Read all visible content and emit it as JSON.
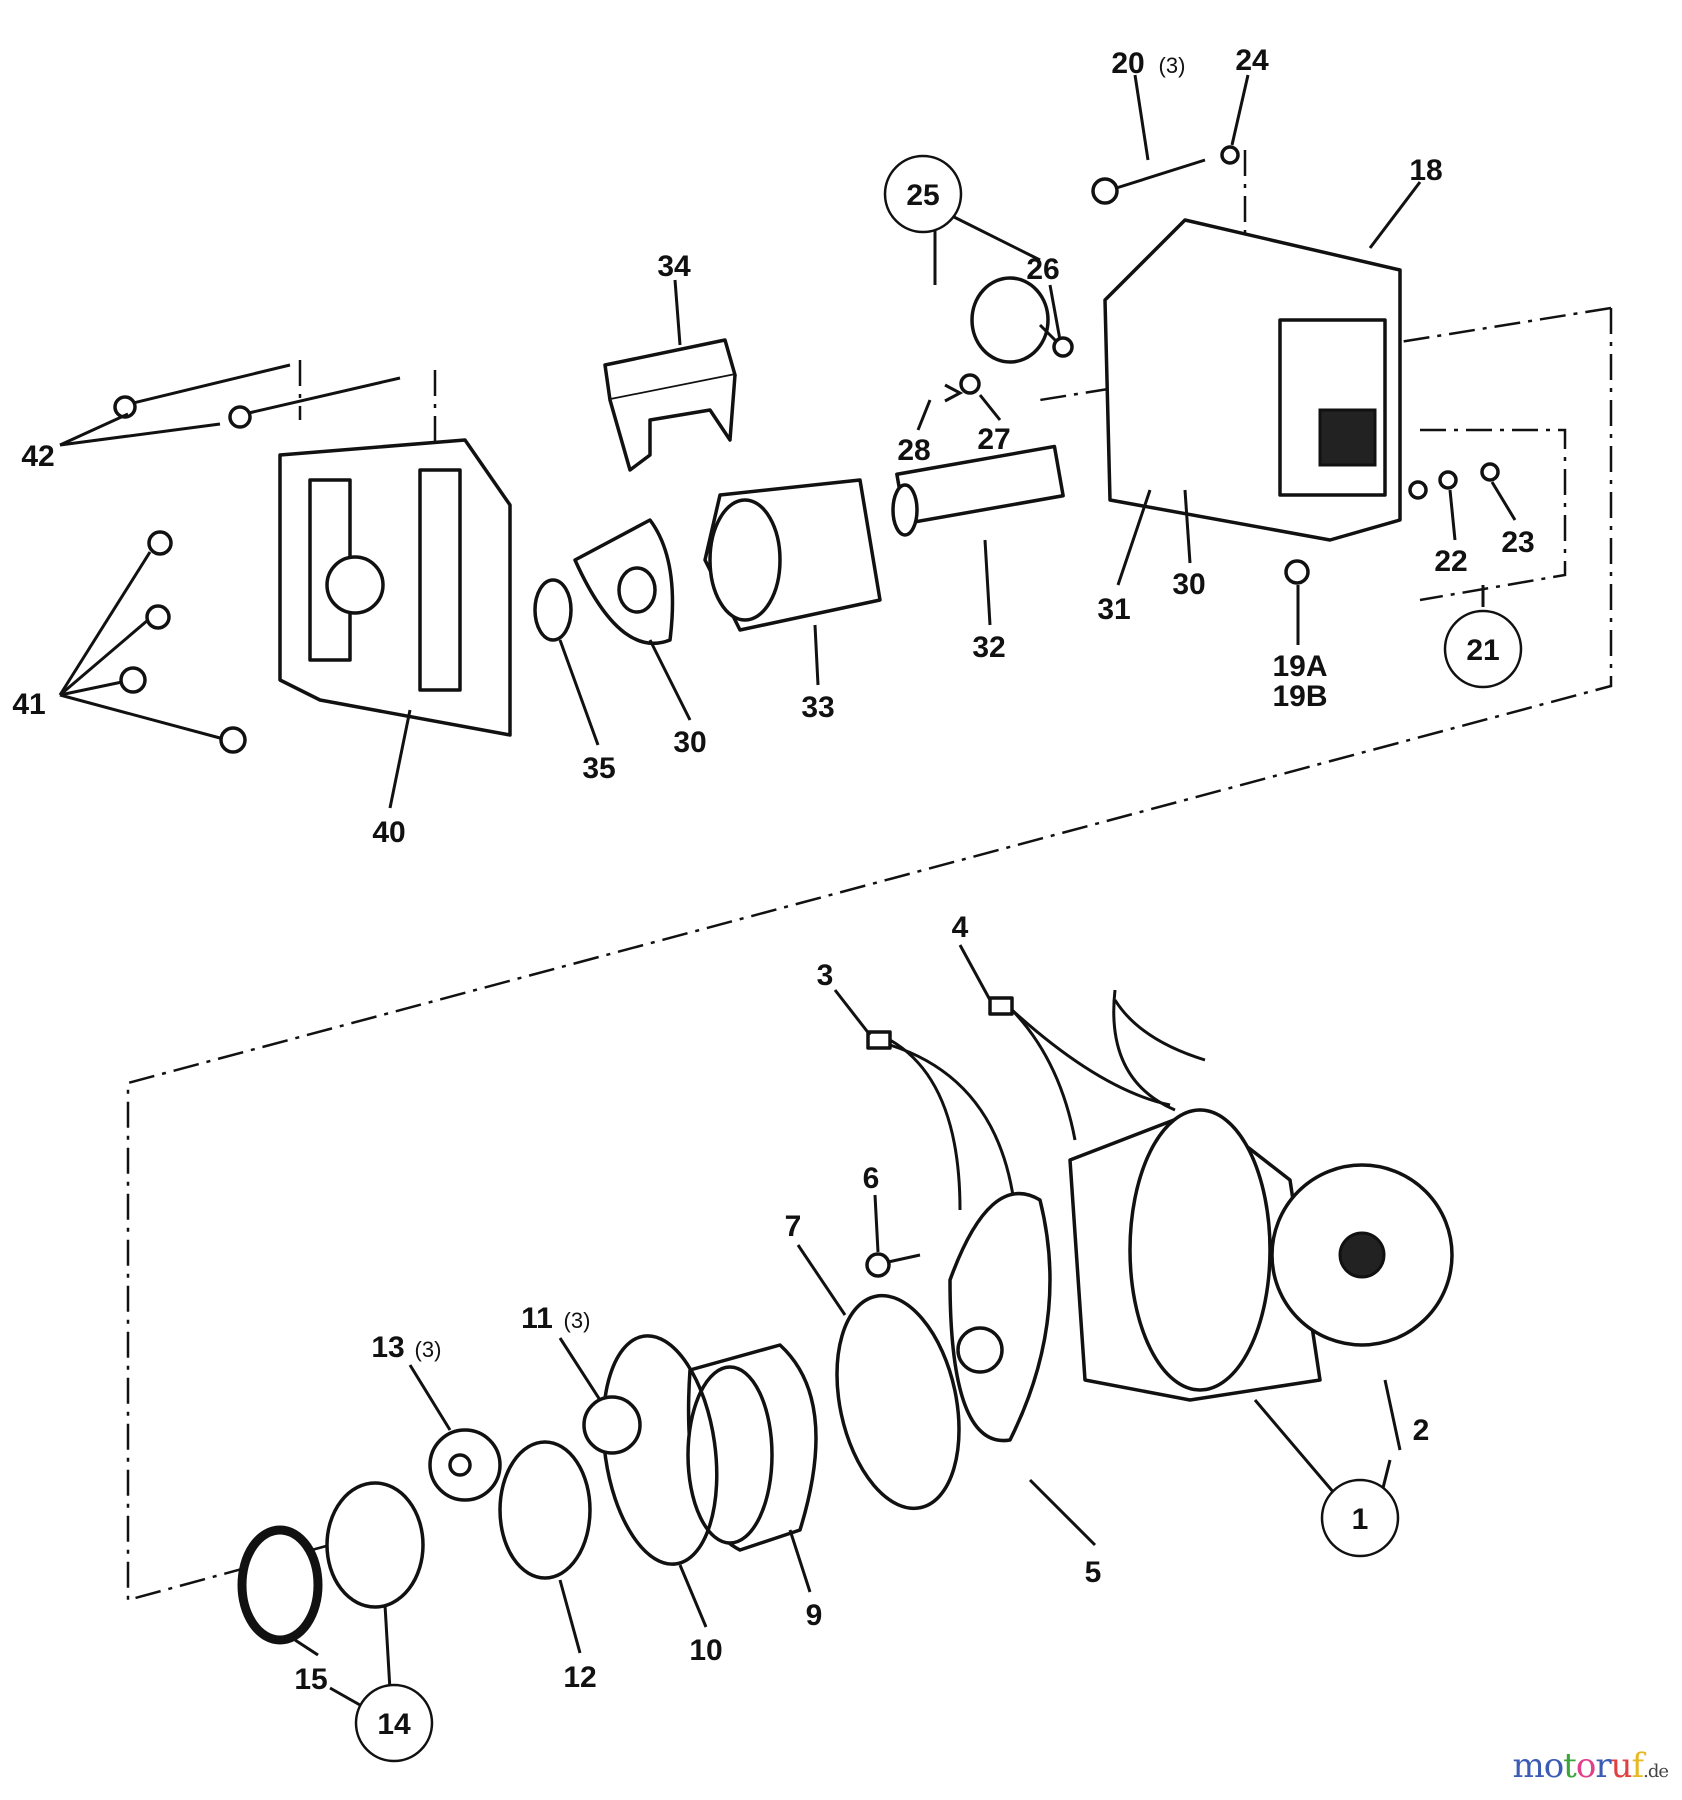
{
  "diagram": {
    "title": "Exploded parts diagram",
    "callouts": {
      "c1": "1",
      "c2": "2",
      "c3": "3",
      "c4": "4",
      "c5": "5",
      "c6": "6",
      "c7": "7",
      "c9": "9",
      "c10": "10",
      "c11": "11",
      "c11q": "(3)",
      "c12": "12",
      "c13": "13",
      "c13q": "(3)",
      "c14": "14",
      "c15": "15",
      "c18": "18",
      "c19a": "19A",
      "c19b": "19B",
      "c20": "20",
      "c20q": "(3)",
      "c21": "21",
      "c22": "22",
      "c23": "23",
      "c24": "24",
      "c25": "25",
      "c26": "26",
      "c27": "27",
      "c28": "28",
      "c30a": "30",
      "c30b": "30",
      "c31": "31",
      "c32": "32",
      "c33": "33",
      "c34": "34",
      "c35": "35",
      "c40": "40",
      "c41": "41",
      "c42": "42"
    }
  },
  "watermark": {
    "letters": [
      "m",
      "o",
      "t",
      "o",
      "r",
      "u",
      "f"
    ],
    "colors": [
      "#3b5bb5",
      "#3b5bb5",
      "#3aa63a",
      "#e0408a",
      "#3b5bb5",
      "#e04040",
      "#e8b820"
    ],
    "suffix": ".de"
  }
}
